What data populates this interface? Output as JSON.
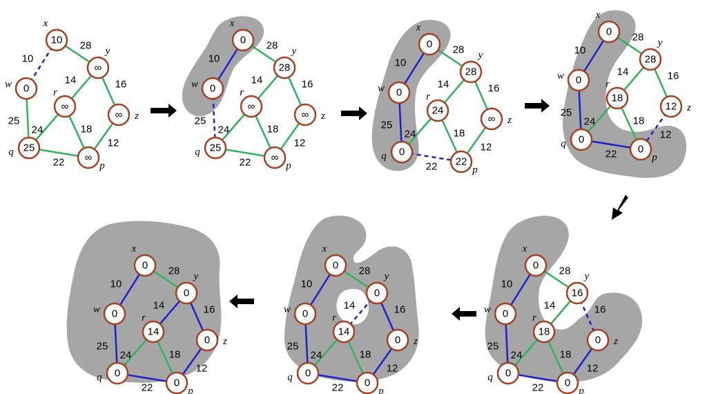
{
  "colors": {
    "tree_edge": "#1f1fd0",
    "graph_edge": "#2db35d",
    "candidate_edge": "#1f1fd0",
    "node_stroke": "#a5411f",
    "region": "#a6a6a6"
  },
  "node_names": {
    "x": "x",
    "y": "y",
    "w": "w",
    "r": "r",
    "z": "z",
    "q": "q",
    "p": "p"
  },
  "edge_weights": {
    "xw": "10",
    "xy": "28",
    "yr": "14",
    "yz": "16",
    "wq": "25",
    "rq": "24",
    "rp": "18",
    "zp": "12",
    "qp": "22"
  },
  "steps": [
    {
      "name": "step-1",
      "values": {
        "x": "10",
        "w": "0",
        "y": "∞",
        "r": "∞",
        "z": "∞",
        "q": "25",
        "p": "∞"
      },
      "tree": [],
      "candidate": "xw"
    },
    {
      "name": "step-2",
      "values": {
        "x": "0",
        "w": "0",
        "y": "28",
        "r": "∞",
        "z": "∞",
        "q": "25",
        "p": "∞"
      },
      "tree": [
        "xw"
      ],
      "candidate": "wq"
    },
    {
      "name": "step-3",
      "values": {
        "x": "0",
        "w": "0",
        "y": "28",
        "r": "24",
        "z": "∞",
        "q": "0",
        "p": "22"
      },
      "tree": [
        "xw",
        "wq"
      ],
      "candidate": "qp"
    },
    {
      "name": "step-4",
      "values": {
        "x": "0",
        "w": "0",
        "y": "28",
        "r": "18",
        "z": "12",
        "q": "0",
        "p": "0"
      },
      "tree": [
        "xw",
        "wq",
        "qp"
      ],
      "candidate": "zp"
    },
    {
      "name": "step-5",
      "values": {
        "x": "0",
        "w": "0",
        "y": "16",
        "r": "18",
        "z": "0",
        "q": "0",
        "p": "0"
      },
      "tree": [
        "xw",
        "wq",
        "qp",
        "zp"
      ],
      "candidate": "yz"
    },
    {
      "name": "step-6",
      "values": {
        "x": "0",
        "w": "0",
        "y": "0",
        "r": "14",
        "z": "0",
        "q": "0",
        "p": "0"
      },
      "tree": [
        "xw",
        "wq",
        "qp",
        "zp",
        "yz"
      ],
      "candidate": "yr"
    },
    {
      "name": "step-7",
      "values": {
        "x": "0",
        "w": "0",
        "y": "0",
        "r": "14",
        "z": "0",
        "q": "0",
        "p": "0"
      },
      "tree": [
        "xw",
        "wq",
        "qp",
        "zp",
        "yz",
        "yr"
      ],
      "candidate": null
    }
  ]
}
